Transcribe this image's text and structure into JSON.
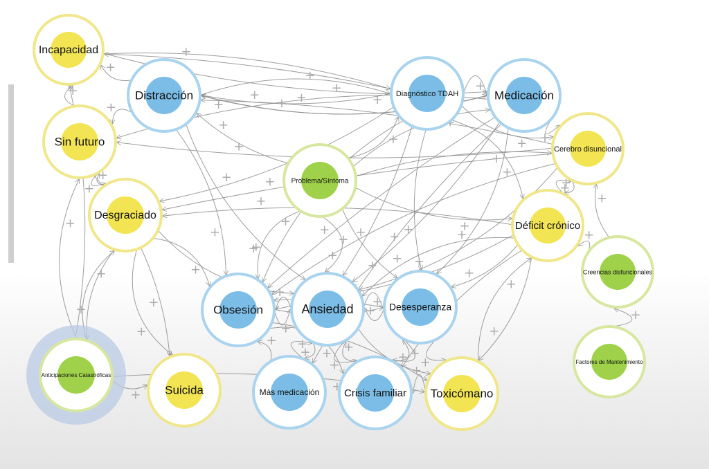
{
  "nodes": [
    {
      "id": "incapacidad",
      "label": "Incapacidad",
      "ring": "yellow",
      "fill": "yellow"
    },
    {
      "id": "distraccion",
      "label": "Distracción",
      "ring": "blue",
      "fill": "blue"
    },
    {
      "id": "diagnostico",
      "label": "Diagnóstico TDAH",
      "ring": "blue",
      "fill": "blue"
    },
    {
      "id": "medicacion",
      "label": "Medicación",
      "ring": "blue",
      "fill": "blue"
    },
    {
      "id": "sin-futuro",
      "label": "Sin futuro",
      "ring": "yellow",
      "fill": "yellow"
    },
    {
      "id": "cerebro",
      "label": "Cerebro disuncional",
      "ring": "yellow",
      "fill": "yellow"
    },
    {
      "id": "problema",
      "label": "Problema/Síntoma",
      "ring": "green",
      "fill": "green"
    },
    {
      "id": "desgraciado",
      "label": "Desgraciado",
      "ring": "yellow",
      "fill": "yellow"
    },
    {
      "id": "deficit",
      "label": "Déficit crónico",
      "ring": "yellow",
      "fill": "yellow"
    },
    {
      "id": "creencias",
      "label": "Creencias disfuncionales",
      "ring": "green",
      "fill": "green"
    },
    {
      "id": "obsesion",
      "label": "Obsesión",
      "ring": "blue",
      "fill": "blue"
    },
    {
      "id": "ansiedad",
      "label": "Ansiedad",
      "ring": "blue",
      "fill": "blue"
    },
    {
      "id": "desesperanza",
      "label": "Desesperanza",
      "ring": "blue",
      "fill": "blue"
    },
    {
      "id": "factores",
      "label": "Factores de Mantenimiento",
      "ring": "green",
      "fill": "green"
    },
    {
      "id": "anticipaciones",
      "label": "Anticipaciones Catastróficas",
      "ring": "green",
      "fill": "green",
      "highlighted": true
    },
    {
      "id": "suicida",
      "label": "Suicida",
      "ring": "yellow",
      "fill": "yellow"
    },
    {
      "id": "mas-medicacion",
      "label": "Más medicación",
      "ring": "blue",
      "fill": "blue"
    },
    {
      "id": "crisis",
      "label": "Crisis familiar",
      "ring": "blue",
      "fill": "blue"
    },
    {
      "id": "toxicomano",
      "label": "Toxicómano",
      "ring": "yellow",
      "fill": "yellow"
    }
  ],
  "edges": [
    {
      "from": "problema",
      "to": "distraccion"
    },
    {
      "from": "problema",
      "to": "diagnostico"
    },
    {
      "from": "problema",
      "to": "medicacion"
    },
    {
      "from": "problema",
      "to": "obsesion"
    },
    {
      "from": "problema",
      "to": "ansiedad"
    },
    {
      "from": "problema",
      "to": "desesperanza"
    },
    {
      "from": "problema",
      "to": "cerebro"
    },
    {
      "from": "problema",
      "to": "deficit"
    },
    {
      "from": "distraccion",
      "to": "diagnostico"
    },
    {
      "from": "distraccion",
      "to": "medicacion"
    },
    {
      "from": "distraccion",
      "to": "incapacidad"
    },
    {
      "from": "distraccion",
      "to": "sin-futuro"
    },
    {
      "from": "distraccion",
      "to": "obsesion"
    },
    {
      "from": "distraccion",
      "to": "ansiedad"
    },
    {
      "from": "diagnostico",
      "to": "medicacion"
    },
    {
      "from": "diagnostico",
      "to": "incapacidad"
    },
    {
      "from": "diagnostico",
      "to": "distraccion"
    },
    {
      "from": "diagnostico",
      "to": "cerebro"
    },
    {
      "from": "diagnostico",
      "to": "deficit"
    },
    {
      "from": "diagnostico",
      "to": "obsesion"
    },
    {
      "from": "diagnostico",
      "to": "ansiedad"
    },
    {
      "from": "diagnostico",
      "to": "desesperanza"
    },
    {
      "from": "diagnostico",
      "to": "desgraciado"
    },
    {
      "from": "medicacion",
      "to": "cerebro"
    },
    {
      "from": "medicacion",
      "to": "distraccion"
    },
    {
      "from": "medicacion",
      "to": "obsesion"
    },
    {
      "from": "medicacion",
      "to": "ansiedad"
    },
    {
      "from": "medicacion",
      "to": "mas-medicacion"
    },
    {
      "from": "medicacion",
      "to": "desesperanza"
    },
    {
      "from": "medicacion",
      "to": "sin-futuro"
    },
    {
      "from": "cerebro",
      "to": "deficit"
    },
    {
      "from": "cerebro",
      "to": "distraccion"
    },
    {
      "from": "cerebro",
      "to": "sin-futuro"
    },
    {
      "from": "cerebro",
      "to": "obsesion"
    },
    {
      "from": "cerebro",
      "to": "ansiedad"
    },
    {
      "from": "cerebro",
      "to": "desgraciado"
    },
    {
      "from": "deficit",
      "to": "toxicomano"
    },
    {
      "from": "deficit",
      "to": "desgraciado"
    },
    {
      "from": "deficit",
      "to": "obsesion"
    },
    {
      "from": "deficit",
      "to": "ansiedad"
    },
    {
      "from": "deficit",
      "to": "desesperanza"
    },
    {
      "from": "deficit",
      "to": "crisis"
    },
    {
      "from": "deficit",
      "to": "cerebro"
    },
    {
      "from": "obsesion",
      "to": "ansiedad"
    },
    {
      "from": "obsesion",
      "to": "crisis"
    },
    {
      "from": "obsesion",
      "to": "desesperanza"
    },
    {
      "from": "obsesion",
      "to": "toxicomano"
    },
    {
      "from": "ansiedad",
      "to": "obsesion"
    },
    {
      "from": "ansiedad",
      "to": "desesperanza"
    },
    {
      "from": "ansiedad",
      "to": "crisis"
    },
    {
      "from": "ansiedad",
      "to": "mas-medicacion"
    },
    {
      "from": "ansiedad",
      "to": "toxicomano"
    },
    {
      "from": "desesperanza",
      "to": "ansiedad"
    },
    {
      "from": "desesperanza",
      "to": "toxicomano"
    },
    {
      "from": "desesperanza",
      "to": "crisis"
    },
    {
      "from": "desesperanza",
      "to": "obsesion"
    },
    {
      "from": "sin-futuro",
      "to": "incapacidad"
    },
    {
      "from": "sin-futuro",
      "to": "desgraciado"
    },
    {
      "from": "sin-futuro",
      "to": "suicida"
    },
    {
      "from": "desgraciado",
      "to": "suicida"
    },
    {
      "from": "desgraciado",
      "to": "sin-futuro"
    },
    {
      "from": "desgraciado",
      "to": "anticipaciones"
    },
    {
      "from": "desgraciado",
      "to": "obsesion"
    },
    {
      "from": "desgraciado",
      "to": "ansiedad"
    },
    {
      "from": "anticipaciones",
      "to": "sin-futuro"
    },
    {
      "from": "anticipaciones",
      "to": "suicida"
    },
    {
      "from": "anticipaciones",
      "to": "toxicomano"
    },
    {
      "from": "anticipaciones",
      "to": "incapacidad"
    },
    {
      "from": "anticipaciones",
      "to": "desgraciado"
    },
    {
      "from": "factores",
      "to": "creencias"
    },
    {
      "from": "creencias",
      "to": "cerebro"
    },
    {
      "from": "creencias",
      "to": "deficit"
    },
    {
      "from": "incapacidad",
      "to": "diagnostico"
    },
    {
      "from": "incapacidad",
      "to": "medicacion"
    },
    {
      "from": "mas-medicacion",
      "to": "ansiedad"
    },
    {
      "from": "mas-medicacion",
      "to": "obsesion"
    },
    {
      "from": "crisis",
      "to": "ansiedad"
    },
    {
      "from": "crisis",
      "to": "desesperanza"
    },
    {
      "from": "toxicomano",
      "to": "deficit"
    },
    {
      "from": "toxicomano",
      "to": "crisis"
    }
  ],
  "edge_sign": "+",
  "colors": {
    "yellow_ring": "#f0e78a",
    "yellow_fill": "#f2e452",
    "blue_ring": "#a9d3ee",
    "blue_fill": "#7bbde6",
    "green_ring": "#d7e7a0",
    "green_fill": "#9fd24a",
    "halo": "#b9cbe5",
    "edge": "#8c8c8c",
    "plus": "#aaaaaa"
  }
}
